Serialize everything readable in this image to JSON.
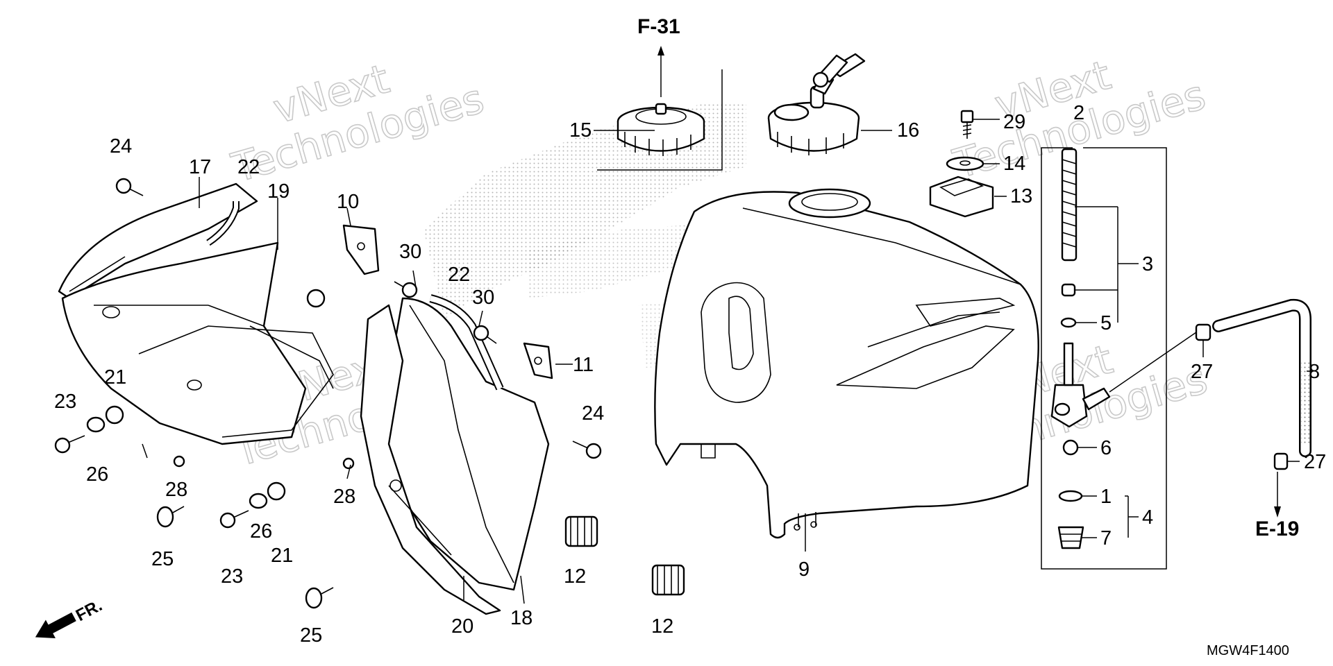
{
  "diagram": {
    "part_code": "MGW4F1400",
    "references": {
      "top": "F-31",
      "right": "E-19"
    },
    "front_marker": "FR.",
    "watermark": {
      "line1": "vNext",
      "line2": "Technologies"
    },
    "callouts": {
      "c1": "1",
      "c2": "2",
      "c3": "3",
      "c4": "4",
      "c5": "5",
      "c6": "6",
      "c7": "7",
      "c8": "8",
      "c9": "9",
      "c10": "10",
      "c11": "11",
      "c12a": "12",
      "c12b": "12",
      "c13": "13",
      "c14": "14",
      "c15": "15",
      "c16": "16",
      "c17": "17",
      "c18": "18",
      "c19": "19",
      "c20": "20",
      "c21a": "21",
      "c21b": "21",
      "c22a": "22",
      "c22b": "22",
      "c23a": "23",
      "c23b": "23",
      "c24a": "24",
      "c24b": "24",
      "c25a": "25",
      "c25b": "25",
      "c26a": "26",
      "c26b": "26",
      "c27a": "27",
      "c27b": "27",
      "c28a": "28",
      "c28b": "28",
      "c29": "29",
      "c30a": "30",
      "c30b": "30"
    }
  }
}
